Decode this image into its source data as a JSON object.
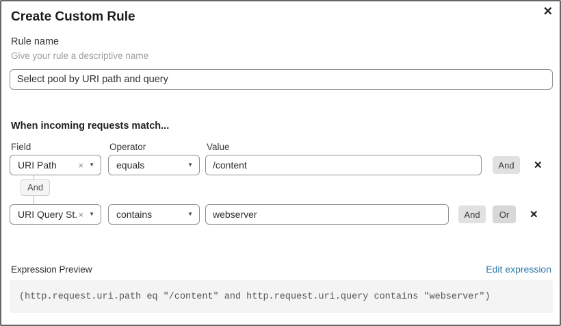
{
  "dialog": {
    "title": "Create Custom Rule",
    "close_icon": "✕"
  },
  "rule_name": {
    "label": "Rule name",
    "helper": "Give your rule a descriptive name",
    "value": "Select pool by URI path and query"
  },
  "match": {
    "heading": "When incoming requests match...",
    "columns": {
      "field": "Field",
      "operator": "Operator",
      "value": "Value"
    },
    "rows": [
      {
        "field": "URI Path",
        "operator": "equals",
        "value": "/content"
      },
      {
        "field": "URI Query St...",
        "operator": "contains",
        "value": "webserver"
      }
    ],
    "connector_label": "And",
    "and_button": "And",
    "or_button": "Or",
    "clear_icon": "×",
    "caret_icon": "▼",
    "remove_icon": "✕"
  },
  "expression": {
    "label": "Expression Preview",
    "edit_link": "Edit expression",
    "code": "(http.request.uri.path eq \"/content\" and http.request.uri.query contains \"webserver\")"
  },
  "colors": {
    "link_blue": "#2f7bab",
    "button_gray": "#e1e1e1",
    "input_border": "#8f8f8f"
  }
}
